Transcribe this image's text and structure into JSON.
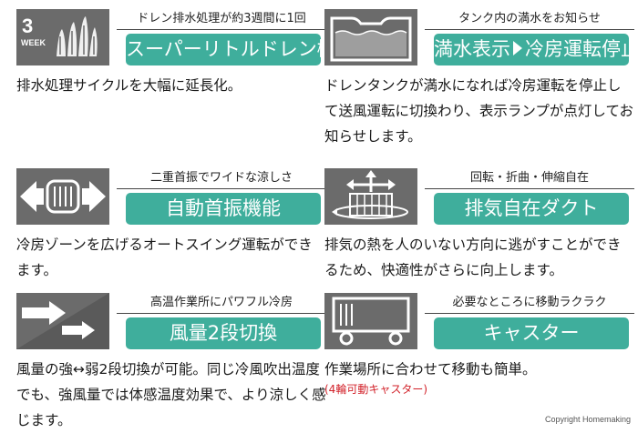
{
  "features": [
    {
      "icon": "three-week-drain-icon",
      "icon_text_number": "3",
      "icon_text_word": "WEEK",
      "tagline": "ドレン排水処理が約3週間に1回",
      "title": "スーパーリトルドレン機能",
      "description": "排水処理サイクルを大幅に延長化。"
    },
    {
      "icon": "full-tank-icon",
      "tagline": "タンク内の満水をお知らせ",
      "title_part1": "満水表示",
      "title_part2": "冷房運転停止",
      "description": "ドレンタンクが満水になれば冷房運転を停止して送風運転に切換わり、表示ランプが点灯してお知らせします。"
    },
    {
      "icon": "oscillation-icon",
      "tagline": "二重首振でワイドな涼しさ",
      "title": "自動首振機能",
      "description": "冷房ゾーンを広げるオートスイング運転ができます。"
    },
    {
      "icon": "flexible-duct-icon",
      "tagline": "回転・折曲・伸縮自在",
      "title": "排気自在ダクト",
      "description": "排気の熱を人のいない方向に逃がすことができるため、快適性がさらに向上します。"
    },
    {
      "icon": "two-speed-airflow-icon",
      "tagline": "高温作業所にパワフル冷房",
      "title": "風量2段切換",
      "description": "風量の強↔弱2段切換が可能。同じ冷風吹出温度でも、強風量では体感温度効果で、より涼しく感じます。"
    },
    {
      "icon": "caster-icon",
      "tagline": "必要なところに移動ラクラク",
      "title": "キャスター",
      "description": "作業場所に合わせて移動も簡単。",
      "note": "(4輪可動キャスター)"
    }
  ],
  "copyright": "Copyright Homemaking",
  "colors": {
    "accent": "#3fae9c",
    "icon_bg": "#6b6b6b",
    "note": "#d2222a"
  }
}
